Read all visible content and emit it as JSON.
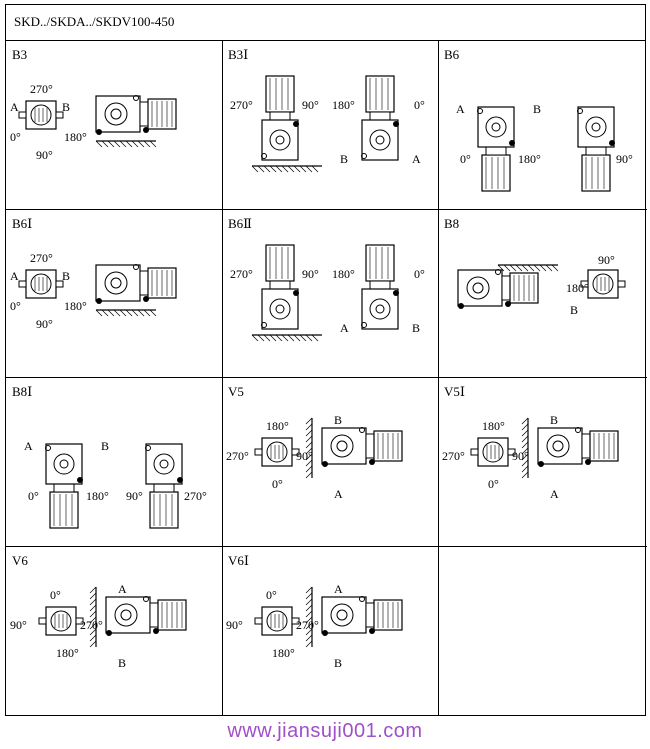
{
  "title": "SKD../SKDA../SKDV100-450",
  "positions": [
    {
      "code": "B3",
      "labels": {
        "a": "A",
        "b": "B",
        "t": "270°",
        "r": "180°",
        "bot": "90°",
        "l": "0°"
      }
    },
    {
      "code": "B3Ⅰ",
      "labels": {
        "a": "B",
        "b": "A",
        "t": "90°",
        "r": "0°",
        "bot": "",
        "l": "270°",
        "l2": "180°"
      }
    },
    {
      "code": "B6",
      "labels": {
        "a": "A",
        "b": "B",
        "t": "",
        "r": "90°",
        "bot": "180°",
        "l": "0°"
      }
    },
    {
      "code": "B6Ⅰ",
      "labels": {
        "a": "A",
        "b": "B",
        "t": "270°",
        "r": "180°",
        "bot": "90°",
        "l": "0°"
      }
    },
    {
      "code": "B6Ⅱ",
      "labels": {
        "a": "A",
        "b": "B",
        "t": "90°",
        "r": "0°",
        "bot": "A",
        "l": "270°",
        "l2": "180°"
      }
    },
    {
      "code": "B8",
      "labels": {
        "a": "",
        "b": "B",
        "t": "90°",
        "r": "",
        "bot": "",
        "l": "180°"
      }
    },
    {
      "code": "B8Ⅰ",
      "labels": {
        "a": "A",
        "b": "B",
        "t": "",
        "r": "270°",
        "bot": "180°",
        "l": "0°",
        "l2": "90°"
      }
    },
    {
      "code": "V5",
      "labels": {
        "a": "B",
        "b": "A",
        "t": "180°",
        "r": "90°",
        "bot": "0°",
        "l": "270°"
      }
    },
    {
      "code": "V5Ⅰ",
      "labels": {
        "a": "B",
        "b": "A",
        "t": "180°",
        "r": "90°",
        "bot": "0°",
        "l": "270°"
      }
    },
    {
      "code": "V6",
      "labels": {
        "a": "A",
        "b": "B",
        "t": "0°",
        "r": "270°",
        "bot": "180°",
        "l": "90°"
      }
    },
    {
      "code": "V6Ⅰ",
      "labels": {
        "a": "A",
        "b": "B",
        "t": "0°",
        "r": "270°",
        "bot": "180°",
        "l": "90°"
      }
    },
    {
      "code": "",
      "labels": {}
    }
  ],
  "watermark": "www.jiansuji001.com",
  "icons": [
    "gear-motor-drawing",
    "output-flange-view",
    "mounting-wall-hatch"
  ]
}
